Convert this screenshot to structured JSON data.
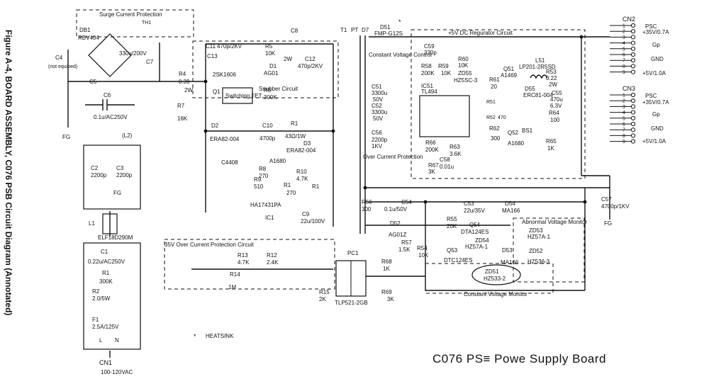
{
  "figure_caption": "Figure A-4, BOARD ASSEMBLY, C076 PSB Circuit Diagram (Annotated)",
  "board_title": "C076 PS≡  Powe  Supply Board",
  "heatsink_note": "HEATSINK",
  "heatsink_mark": "*",
  "sections": {
    "surge": "Surge Current Protection",
    "snubber": "Snubber Circuit",
    "regulator": "+5V DC Regurator Circuit",
    "const_voltage": "Constant Voltage Control",
    "over_current": "Over Current Protection",
    "ov_35": "35V Over Current Protection Circuit",
    "abnormal": "Abnormal Voltage Monitor",
    "cvm": "Constant Voltage Monitor",
    "switching_fet": "Switching FET",
    "not_equipped": "(not equiped)"
  },
  "connectors": {
    "cn2": "CN2",
    "cn3": "CN3",
    "cn1": "CN1",
    "cn1_rating": "100-120VAC",
    "cn1_pins": [
      "L",
      "N"
    ],
    "cn2_outputs": [
      "+35V/0.7A",
      "Gp",
      "GND",
      "+5V/1.0A"
    ],
    "cn3_outputs": [
      "+35V/0.7A",
      "Gp",
      "GND",
      "+5V/1.0A"
    ],
    "psc": "PSC",
    "pins": [
      "1",
      "2",
      "3",
      "4",
      "5",
      "6",
      "7",
      "8",
      "9"
    ]
  },
  "grounds": {
    "fg": "FG",
    "fg2": "FG",
    "fg3": "FG"
  },
  "components": {
    "th1": "TH1",
    "db1": "DB1",
    "db1_part": "RBV404",
    "c7": "C7",
    "c7_val": "330u/200V",
    "c4": "C4",
    "c5": "C5",
    "c6": "C6",
    "c6_val": "0.1u/AC250V",
    "l2": "(L2)",
    "c2": "C2",
    "c2_val": "2200p",
    "c3": "C3",
    "c3_val": "2200p",
    "l1": "L1",
    "l1_part": "ELF18D290M",
    "c1": "C1",
    "c1_val": "0.22u/AC250V",
    "r1a": "R1",
    "r1a_val": "300K",
    "r2": "R2",
    "r2_val": "2.0/5W",
    "f1": "F1",
    "f1_val": "2.5A/125V",
    "c11": "C11",
    "c11_val": "470p/2KV",
    "c13": "C13",
    "r5": "R5",
    "r5_val": "10K",
    "r5_w": "2W",
    "c8": "C8",
    "c12": "C12",
    "c12_val": "470p/2KV",
    "d1": "D1",
    "d1_part": "AG01",
    "r4": "R4",
    "r4_val": "0.39",
    "r4_w": "2W",
    "q1_part": "2SK1606",
    "q1": "Q1",
    "r6": "R6",
    "r6_val": "300K",
    "r7": "R7",
    "r7_val": "16K",
    "d2": "D2",
    "d2_part": "ERA82-004",
    "c10": "C10",
    "c10_val": "4700p",
    "r1b": "R1",
    "r1b_val": "43Ω/1W",
    "d3": "D3",
    "d3_part": "ERA82-004",
    "q2_part": "C4408",
    "q3_part": "A1680",
    "r8": "R8",
    "r8_val": "270",
    "r9": "R9",
    "r9_val": "510",
    "r10": "R10",
    "r10_val": "4.7K",
    "r11": "R1",
    "r11_val": "270",
    "r1h": "R1",
    "ic1_part": "HA17431PA",
    "ic1": "IC1",
    "c9": "C9",
    "c9_val": "22u/100V",
    "r13": "R13",
    "r13_val": "4.7K",
    "r12": "R12",
    "r12_val": "2.4K",
    "r14": "R14",
    "r14_val": "1M",
    "r15": "R15",
    "r15_val": "2K",
    "pc1": "PC1",
    "pc1_part": "TLP521-2GB",
    "t1": "T1",
    "pt": "PT",
    "d7": "D7",
    "d51": "D51",
    "d51_part": "FMP-G12S",
    "c51": "C51",
    "c51_val": "3300u",
    "c51_v": "50V",
    "c52": "C52",
    "c52_val": "3300u",
    "c52_v": "50V",
    "c56": "C56",
    "c56_val": "2200p",
    "c56_v": "1KV",
    "c59": "C59",
    "c59_val": "330p",
    "r58": "R58",
    "r58_val": "200K",
    "r59": "R59",
    "r59_val": "10K",
    "r60": "R60",
    "r60_val": "10K",
    "zd55": "ZD55",
    "zd55_part": "HZ5SC-3",
    "q51": "Q51",
    "q51_part": "A1469",
    "l51": "L51",
    "l51_part": "LP201-2R5SD",
    "r53": "R53",
    "r53_val": "0.22",
    "r53_w": "2W",
    "ic51": "IC51",
    "ic51_part": "TL494",
    "r61": "R61",
    "r61_val": "20",
    "d55": "D55",
    "d55_part": "ERC81-004",
    "c55": "C55",
    "c55_val": "470u",
    "c55_v": "6.3V",
    "r64": "R64",
    "r64_val": "100",
    "r51": "R51",
    "r52": "R52",
    "r52_val": "470",
    "r62": "R62",
    "r62_val": "300",
    "q52": "Q52",
    "q52_part": "A1680",
    "bs1": "BS1",
    "r65": "R65",
    "r65_val": "1K",
    "r66": "R66",
    "r66_val": "200K",
    "r63": "R63",
    "r63_val": "3.6K",
    "c58": "C58",
    "c58_val": "0.01u",
    "r67": "R67",
    "r67_val": "3K",
    "c57": "C57",
    "c57_val": "4700p/1KV",
    "r56": "R56",
    "r56_val": "300",
    "c54": "C54",
    "c54_val": "0.1u/50V",
    "c53": "C53",
    "c53_val": "22u/35V",
    "d54": "D54",
    "d54_part": "MA166",
    "r55": "R55",
    "r55_val": "20K",
    "q54": "Q54",
    "q54_part": "DTA124ES",
    "zd54": "ZD54",
    "zd54_part": "HZ57A-1",
    "d52": "D52",
    "d52_part": "AG01Z",
    "r57": "R57",
    "r57_val": "1.5K",
    "r54": "R54",
    "r54_val": "10K",
    "q53": "Q53",
    "q53_part": "DTC124ES",
    "d53": "D53",
    "d53_part": "MA166",
    "zd53": "ZD53",
    "zd53_part": "HZ57A-1",
    "zd52": "ZD52",
    "zd52_part": "HZ536-3",
    "zd51": "ZD51",
    "zd51_part": "HZ533-2",
    "r68": "R68",
    "r68_val": "1K",
    "r69": "R69",
    "r69_val": "3K"
  }
}
